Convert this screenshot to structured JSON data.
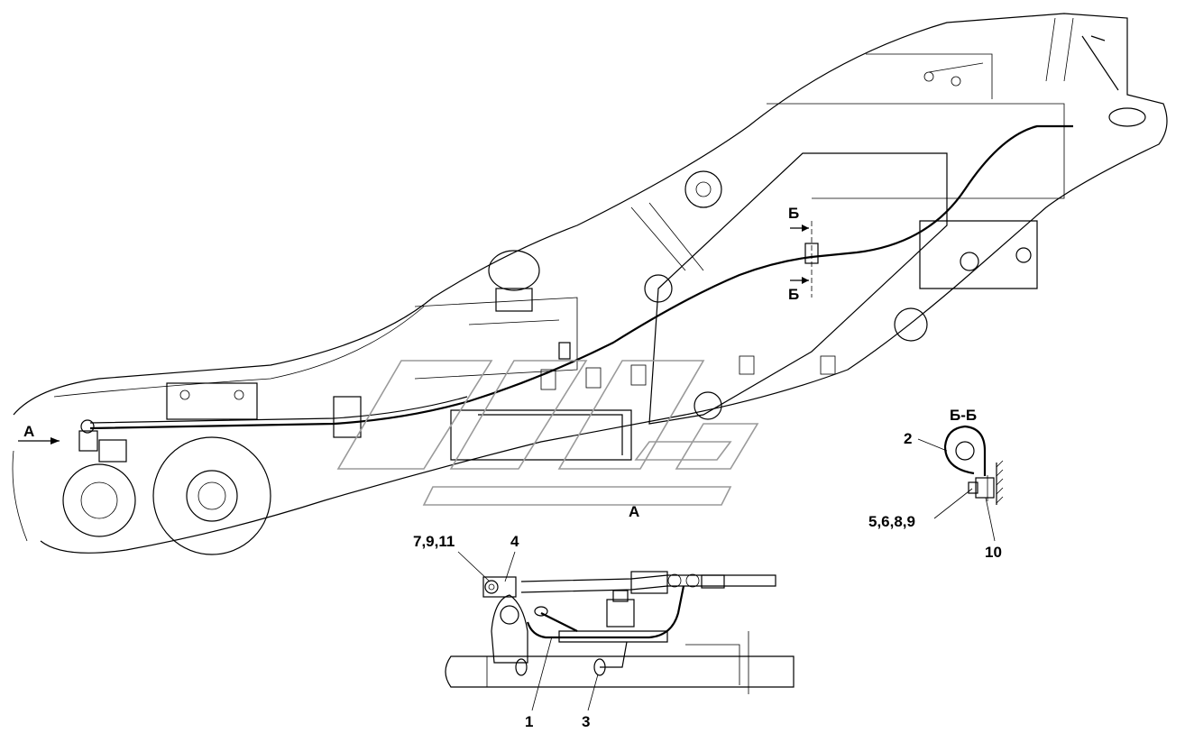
{
  "views": {
    "main_view_marker": "А",
    "detail_view_title": "А",
    "section_cut_top": "Б",
    "section_cut_bottom": "Б",
    "section_view_title": "Б-Б"
  },
  "callouts": {
    "detail_a": [
      {
        "id": "c-7-9-11",
        "text": "7,9,11"
      },
      {
        "id": "c-4",
        "text": "4"
      },
      {
        "id": "c-1",
        "text": "1"
      },
      {
        "id": "c-3",
        "text": "3"
      }
    ],
    "section_bb": [
      {
        "id": "c-2",
        "text": "2"
      },
      {
        "id": "c-5-6-8-9",
        "text": "5,6,8,9"
      },
      {
        "id": "c-10",
        "text": "10"
      }
    ]
  },
  "colors": {
    "line": "#000000",
    "watermark": "#9a9a9a",
    "background": "#ffffff"
  }
}
